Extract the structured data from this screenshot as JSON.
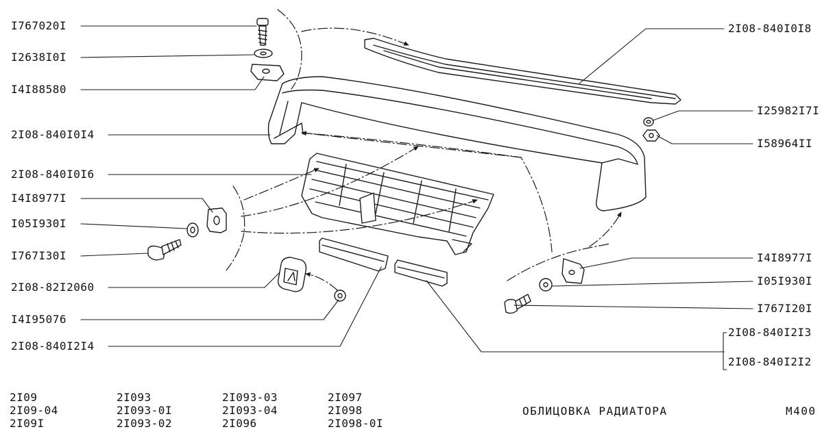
{
  "labels": {
    "left": [
      "I767020I",
      "I2638I0I",
      "I4I88580",
      "2I08-840I0I4",
      "2I08-840I0I6",
      "I4I8977I",
      "I05I930I",
      "I767I30I",
      "2I08-82I2060",
      "I4I95076",
      "2I08-840I2I4"
    ],
    "right": [
      "2I08-840I0I8",
      "I25982I7I",
      "I58964II",
      "I4I8977I",
      "I05I930I",
      "I767I20I",
      "2I08-840I2I3",
      "2I08-840I2I2"
    ]
  },
  "footer": {
    "models": [
      [
        "2I09",
        "2I09-04",
        "2I09I"
      ],
      [
        "2I093",
        "2I093-0I",
        "2I093-02"
      ],
      [
        "2I093-03",
        "2I093-04",
        "2I096"
      ],
      [
        "2I097",
        "2I098",
        "2I098-0I"
      ]
    ],
    "title": "ОБЛИЦОВКА РАДИАТОРА",
    "code": "М400"
  }
}
